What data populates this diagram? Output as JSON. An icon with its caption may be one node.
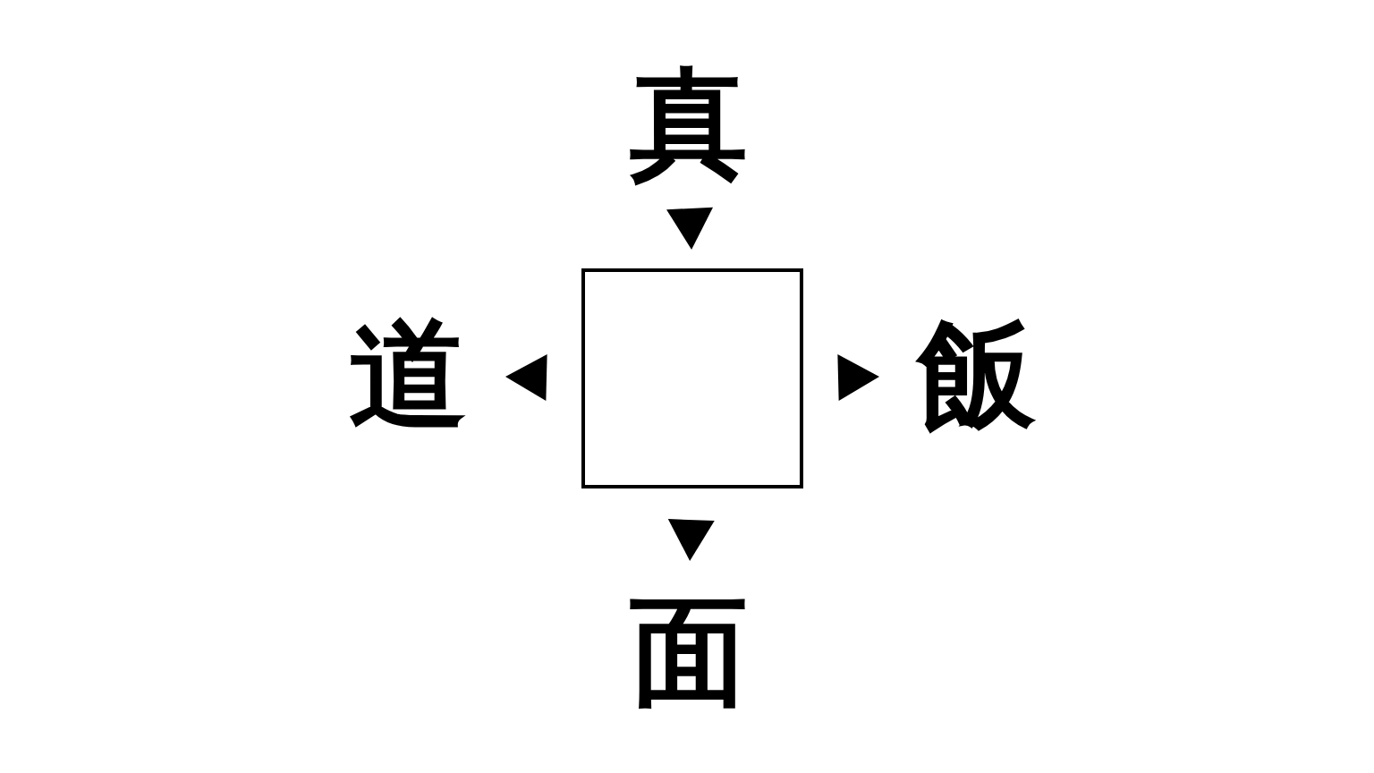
{
  "diagram": {
    "nodes": [
      {
        "text": [
          "真"
        ]
      },
      {
        "text": [],
        "shape": "box"
      },
      {
        "text": [
          "道"
        ]
      },
      {
        "text": [
          "飯"
        ]
      },
      {
        "text": [
          "面"
        ]
      }
    ],
    "edges": [
      {
        "from": 0,
        "to": 1,
        "arrow": "to"
      },
      {
        "from": 1,
        "to": 2,
        "arrow": "to"
      },
      {
        "from": 1,
        "to": 3,
        "arrow": "to"
      },
      {
        "from": 1,
        "to": 4,
        "arrow": "to"
      }
    ]
  }
}
